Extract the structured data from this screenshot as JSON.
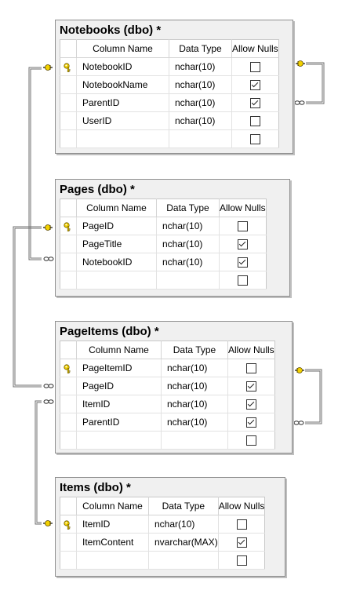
{
  "columns_header": {
    "name": "Column Name",
    "type": "Data Type",
    "nulls": "Allow Nulls"
  },
  "colors": {
    "key": "#f2d000",
    "connector": "#6f6f6f",
    "header_bg": "#f0f0f0"
  },
  "tables": [
    {
      "id": "notebooks",
      "title": "Notebooks (dbo) *",
      "rows": [
        {
          "name": "NotebookID",
          "type": "nchar(10)",
          "nulls": false,
          "pk": true
        },
        {
          "name": "NotebookName",
          "type": "nchar(10)",
          "nulls": true,
          "pk": false
        },
        {
          "name": "ParentID",
          "type": "nchar(10)",
          "nulls": true,
          "pk": false
        },
        {
          "name": "UserID",
          "type": "nchar(10)",
          "nulls": false,
          "pk": false
        },
        {
          "name": "",
          "type": "",
          "nulls": false,
          "pk": false
        }
      ]
    },
    {
      "id": "pages",
      "title": "Pages (dbo) *",
      "rows": [
        {
          "name": "PageID",
          "type": "nchar(10)",
          "nulls": false,
          "pk": true
        },
        {
          "name": "PageTitle",
          "type": "nchar(10)",
          "nulls": true,
          "pk": false
        },
        {
          "name": "NotebookID",
          "type": "nchar(10)",
          "nulls": true,
          "pk": false
        },
        {
          "name": "",
          "type": "",
          "nulls": false,
          "pk": false
        }
      ]
    },
    {
      "id": "pageitems",
      "title": "PageItems (dbo) *",
      "rows": [
        {
          "name": "PageItemID",
          "type": "nchar(10)",
          "nulls": false,
          "pk": true
        },
        {
          "name": "PageID",
          "type": "nchar(10)",
          "nulls": true,
          "pk": false
        },
        {
          "name": "ItemID",
          "type": "nchar(10)",
          "nulls": true,
          "pk": false
        },
        {
          "name": "ParentID",
          "type": "nchar(10)",
          "nulls": true,
          "pk": false
        },
        {
          "name": "",
          "type": "",
          "nulls": false,
          "pk": false
        }
      ]
    },
    {
      "id": "items",
      "title": "Items (dbo) *",
      "rows": [
        {
          "name": "ItemID",
          "type": "nchar(10)",
          "nulls": false,
          "pk": true
        },
        {
          "name": "ItemContent",
          "type": "nvarchar(MAX)",
          "nulls": true,
          "pk": false
        },
        {
          "name": "",
          "type": "",
          "nulls": false,
          "pk": false
        }
      ]
    }
  ]
}
